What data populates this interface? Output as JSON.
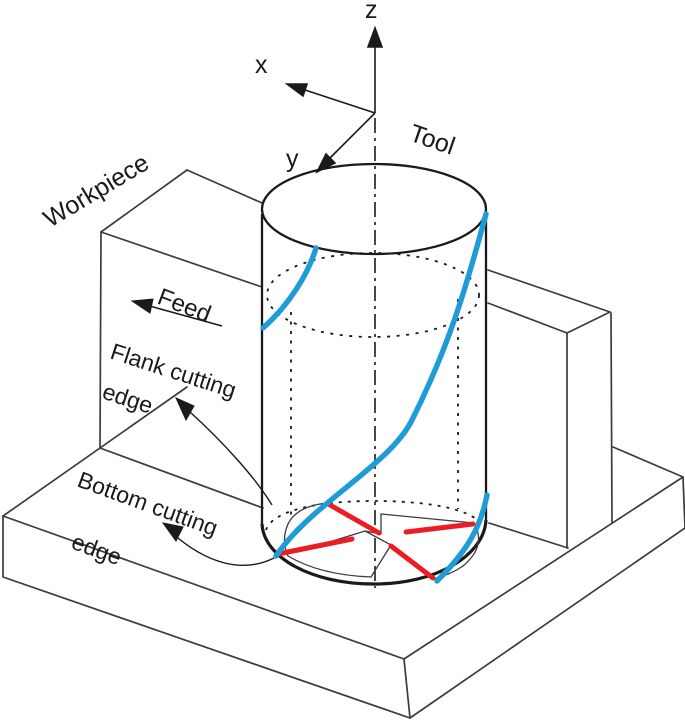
{
  "figure": {
    "title_hint": "End milling diagram: tool cylinder with flank and bottom cutting edges on workpiece",
    "labels": {
      "axis_z": "z",
      "axis_x": "x",
      "axis_y": "y",
      "tool": "Tool",
      "workpiece": "Workpiece",
      "feed": "Feed",
      "flank_line1": "Flank cutting",
      "flank_line2": "edge",
      "bottom_line1": "Bottom cutting",
      "bottom_line2": "edge"
    },
    "colors": {
      "flank_edge_blue": "#1f9cd8",
      "bottom_edge_red": "#ec1c24",
      "outline_black": "#1a1a1a",
      "thin_line": "#3c3c3c",
      "background": "#ffffff"
    }
  }
}
